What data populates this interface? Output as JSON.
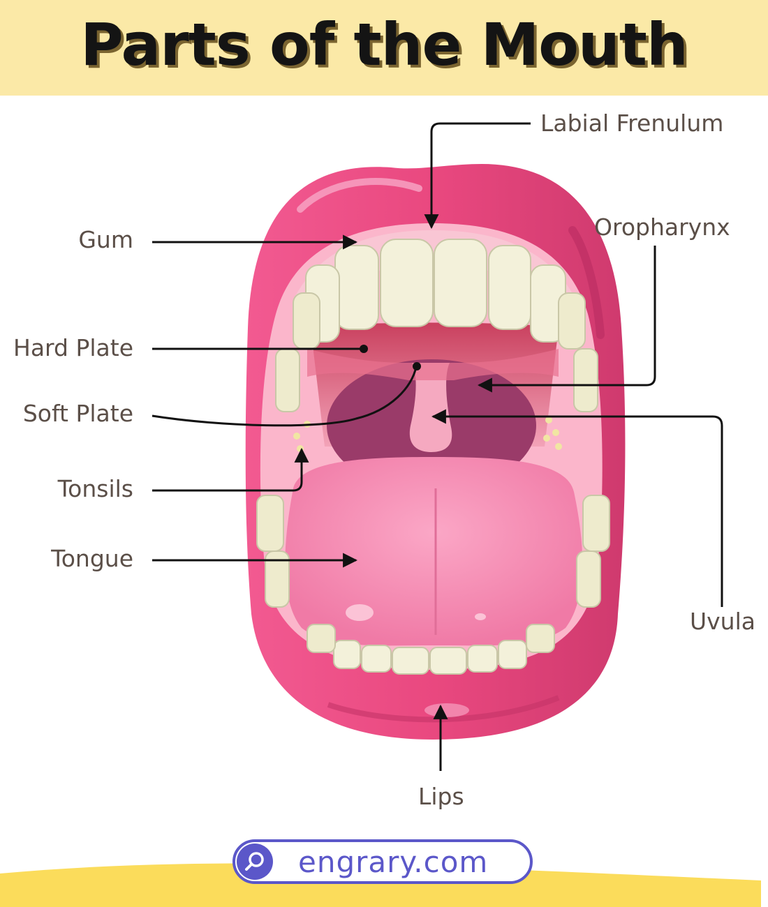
{
  "title": "Parts of the Mouth",
  "labels": {
    "labial_frenulum": "Labial Frenulum",
    "gum": "Gum",
    "oropharynx": "Oropharynx",
    "hard_plate": "Hard Plate",
    "soft_plate": "Soft Plate",
    "tonsils": "Tonsils",
    "tongue": "Tongue",
    "uvula": "Uvula",
    "lips": "Lips"
  },
  "footer": {
    "site": "engrary.com",
    "icon": "search-icon"
  },
  "colors": {
    "header_bg": "#fbe9a7",
    "lips": "#e9487f",
    "tongue": "#f98fb7",
    "throat": "#9a3b69",
    "teeth": "#f3f1da",
    "brand": "#5b57c9",
    "label_text": "#5b4f48"
  }
}
